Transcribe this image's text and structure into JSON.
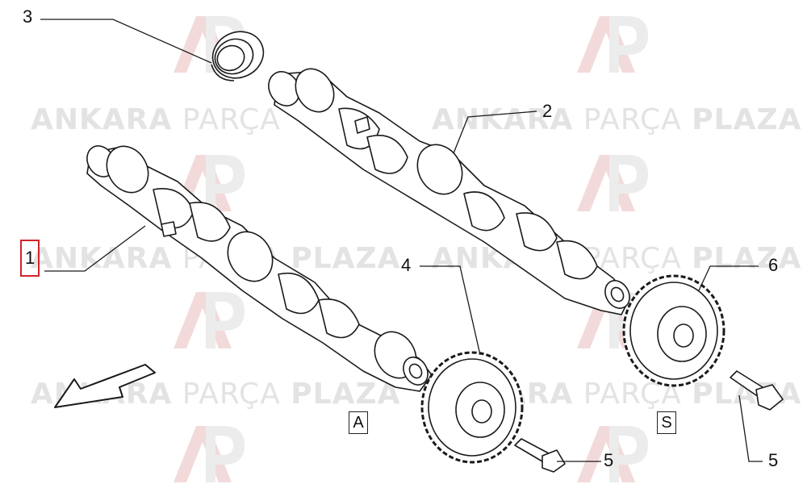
{
  "watermark": {
    "brand_a": "ANKARA",
    "brand_b": "PARÇA",
    "brand_c": "PLAZA",
    "logo_letters": "AP",
    "color": "#e3e3e3",
    "accent": "#f1d3d3"
  },
  "callouts": [
    {
      "id": "1",
      "label": "1",
      "highlighted": true
    },
    {
      "id": "2",
      "label": "2"
    },
    {
      "id": "3",
      "label": "3"
    },
    {
      "id": "4",
      "label": "4"
    },
    {
      "id": "5a",
      "label": "5"
    },
    {
      "id": "5b",
      "label": "5"
    },
    {
      "id": "6",
      "label": "6"
    }
  ],
  "tags": {
    "a": "A",
    "s": "S"
  },
  "colors": {
    "line": "#1a1a1a",
    "highlight": "#d0232a"
  }
}
